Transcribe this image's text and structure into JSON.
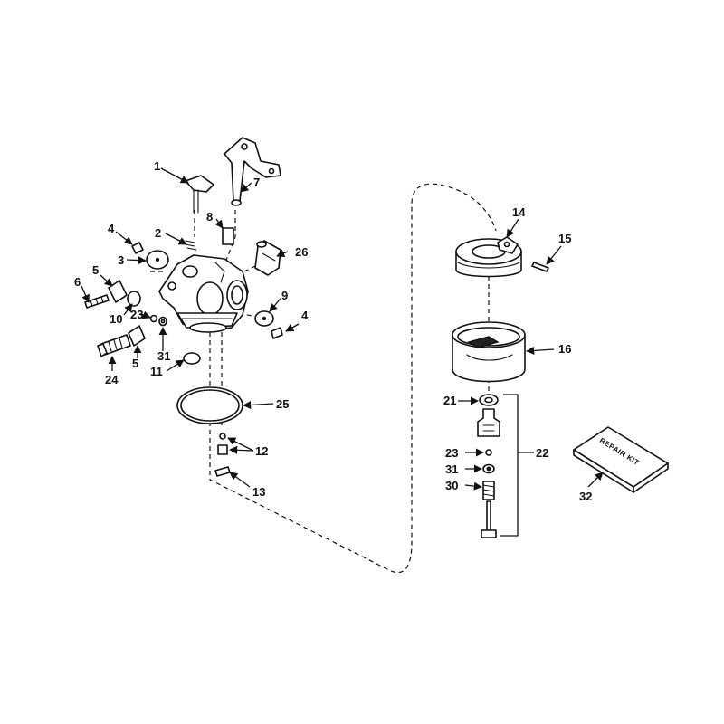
{
  "figure": {
    "callouts": [
      "1",
      "2",
      "3",
      "4",
      "5",
      "6",
      "7",
      "8",
      "9",
      "10",
      "11",
      "12",
      "13",
      "14",
      "15",
      "16",
      "21",
      "22",
      "23",
      "24",
      "25",
      "26",
      "30",
      "31",
      "32"
    ],
    "repair_kit_label": "REPAIR KIT"
  }
}
